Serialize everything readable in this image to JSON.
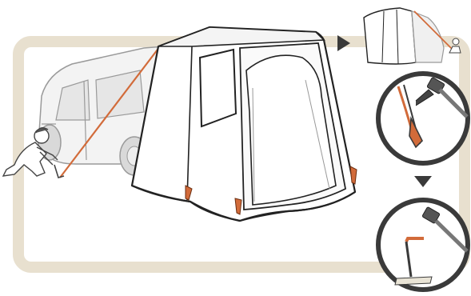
{
  "illustration": {
    "frame_color": "#e8e0cf",
    "guy_line_color": "#d26b3a",
    "outline_color": "#222222",
    "van_fill": "#f3f3f3",
    "tent_fill": "#ffffff",
    "steps": [
      {
        "icon": "arrow-right-icon",
        "content": "tent-thumbnail"
      },
      {
        "icon": "arrow-down-icon",
        "content": "stake-angled-closeup"
      },
      {
        "content": "stake-driven-closeup"
      }
    ]
  }
}
